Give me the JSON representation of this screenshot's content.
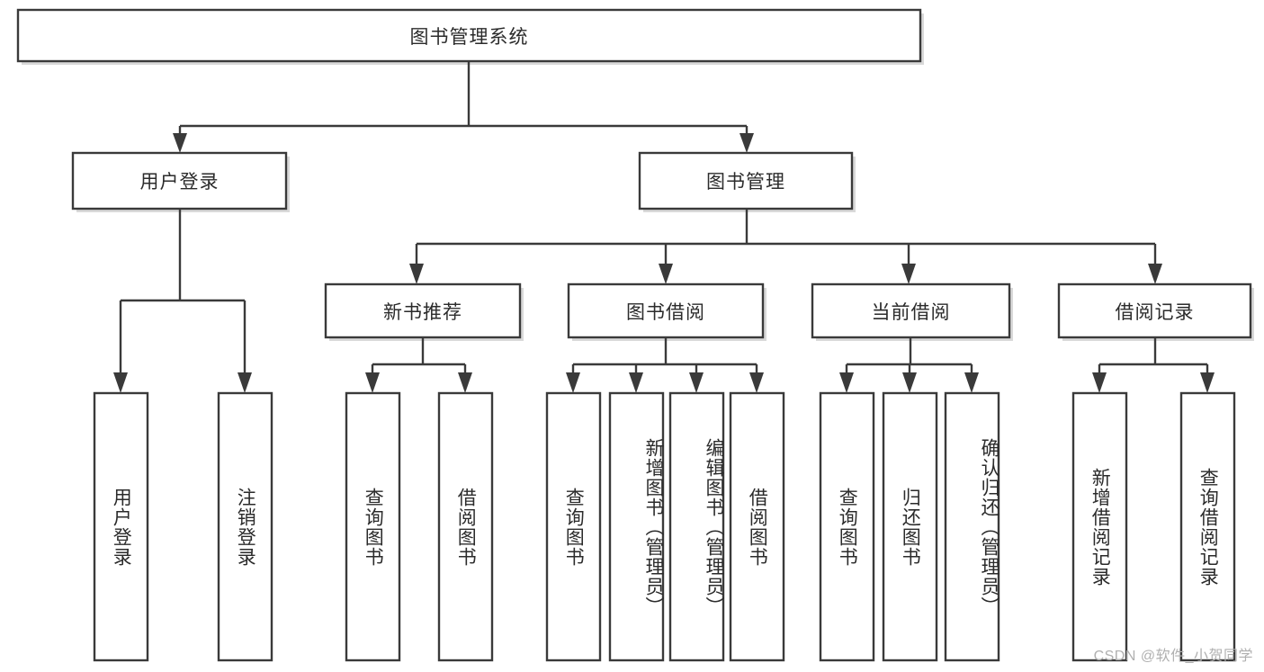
{
  "diagram": {
    "type": "hierarchy-tree",
    "title": "图书管理系统",
    "watermark": "CSDN @软件_小贺同学",
    "levels": {
      "root": {
        "id": "root",
        "label": "图书管理系统",
        "orientation": "horizontal"
      },
      "level2": [
        {
          "id": "user-login",
          "label": "用户登录",
          "orientation": "horizontal"
        },
        {
          "id": "book-management",
          "label": "图书管理",
          "orientation": "horizontal"
        }
      ],
      "level3": [
        {
          "id": "new-book-recommend",
          "label": "新书推荐",
          "orientation": "horizontal",
          "parent": "book-management"
        },
        {
          "id": "book-borrow",
          "label": "图书借阅",
          "orientation": "horizontal",
          "parent": "book-management"
        },
        {
          "id": "current-borrow",
          "label": "当前借阅",
          "orientation": "horizontal",
          "parent": "book-management"
        },
        {
          "id": "borrow-record",
          "label": "借阅记录",
          "orientation": "horizontal",
          "parent": "book-management"
        }
      ],
      "leaves": [
        {
          "id": "leaf-user-login",
          "label": "用户登录",
          "orientation": "vertical",
          "parent": "user-login"
        },
        {
          "id": "leaf-user-logout",
          "label": "注销登录",
          "orientation": "vertical",
          "parent": "user-login"
        },
        {
          "id": "leaf-query-book-1",
          "label": "查询图书",
          "orientation": "vertical",
          "parent": "new-book-recommend"
        },
        {
          "id": "leaf-borrow-book-1",
          "label": "借阅图书",
          "orientation": "vertical",
          "parent": "new-book-recommend"
        },
        {
          "id": "leaf-query-book-2",
          "label": "查询图书",
          "orientation": "vertical",
          "parent": "book-borrow"
        },
        {
          "id": "leaf-add-book",
          "label": "新增图书（管理员）",
          "orientation": "vertical",
          "parent": "book-borrow"
        },
        {
          "id": "leaf-edit-book",
          "label": "编辑图书（管理员）",
          "orientation": "vertical",
          "parent": "book-borrow"
        },
        {
          "id": "leaf-borrow-book-2",
          "label": "借阅图书",
          "orientation": "vertical",
          "parent": "book-borrow"
        },
        {
          "id": "leaf-query-book-3",
          "label": "查询图书",
          "orientation": "vertical",
          "parent": "current-borrow"
        },
        {
          "id": "leaf-return-book",
          "label": "归还图书",
          "orientation": "vertical",
          "parent": "current-borrow"
        },
        {
          "id": "leaf-confirm-return",
          "label": "确认归还（管理员）",
          "orientation": "vertical",
          "parent": "current-borrow"
        },
        {
          "id": "leaf-add-record",
          "label": "新增借阅记录",
          "orientation": "vertical",
          "parent": "borrow-record"
        },
        {
          "id": "leaf-query-record",
          "label": "查询借阅记录",
          "orientation": "vertical",
          "parent": "borrow-record"
        }
      ]
    },
    "colors": {
      "box_stroke": "#3a3a3a",
      "box_fill": "#ffffff",
      "connector": "#3a3a3a",
      "text": "#2b2b2b",
      "watermark": "#b0b0b0"
    }
  }
}
